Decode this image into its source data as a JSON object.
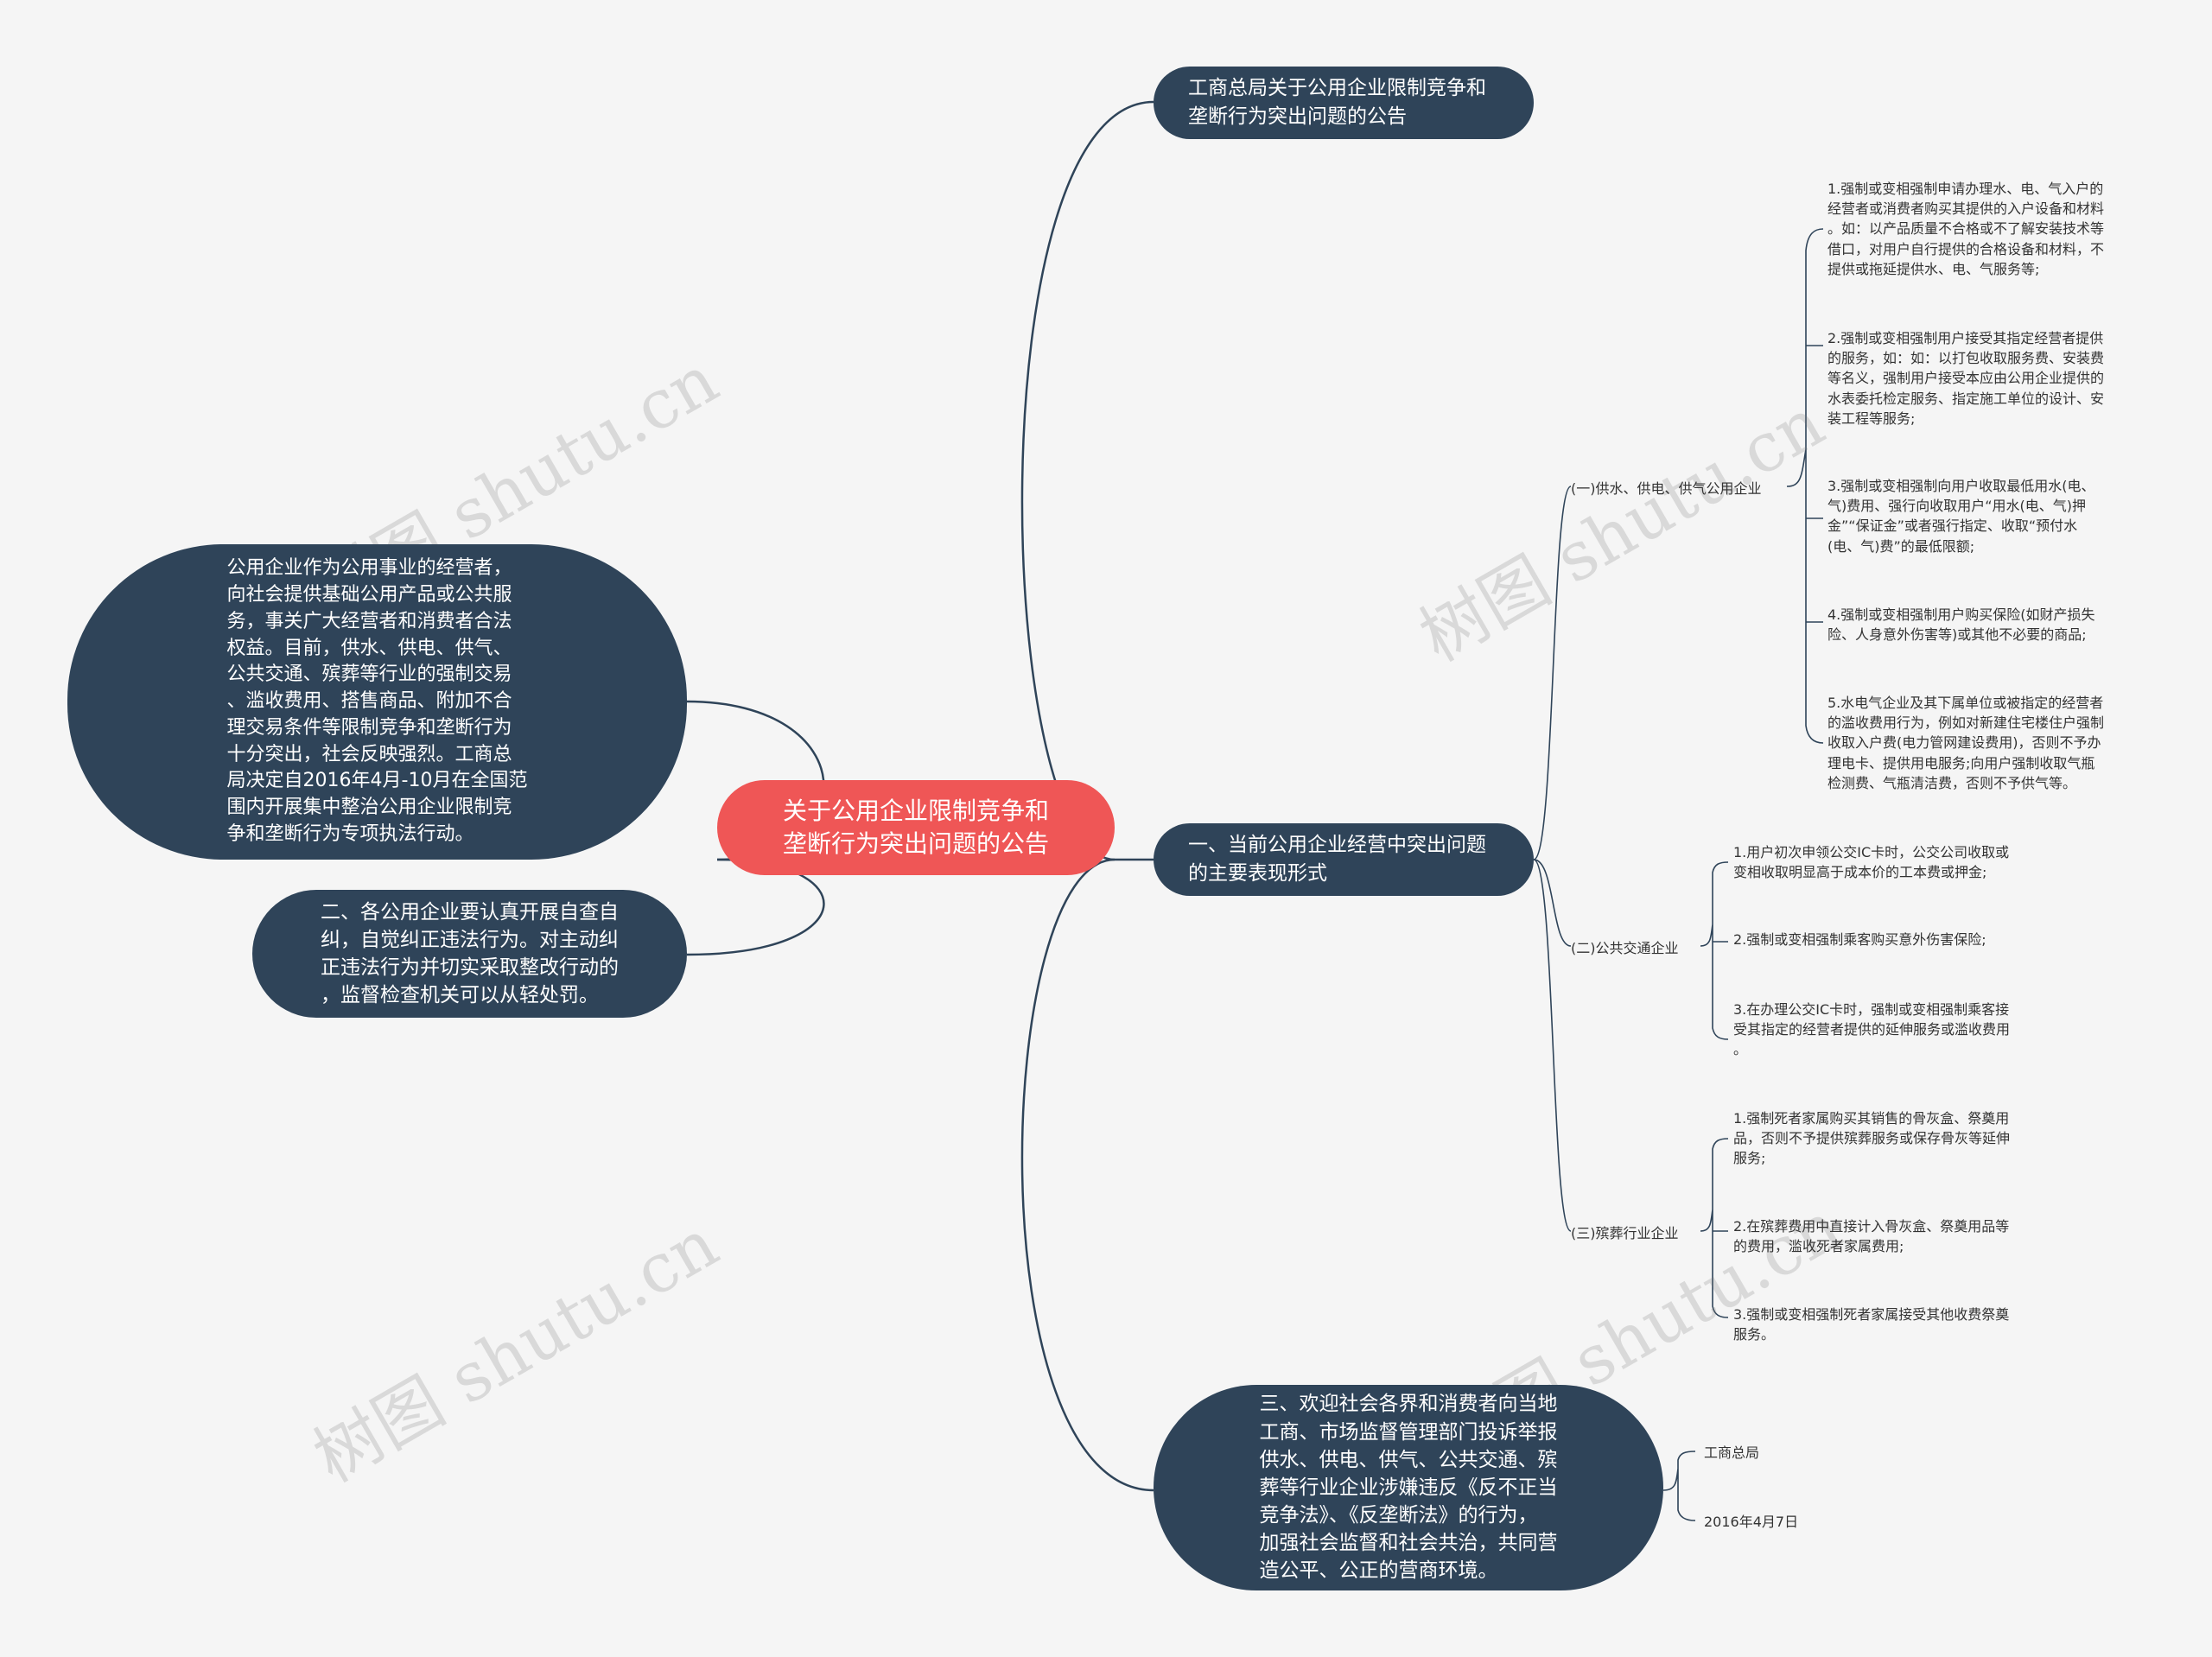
{
  "watermark": "树图 shutu.cn",
  "colors": {
    "root": "#ef5656",
    "node": "#2f4459",
    "line": "#2f4459",
    "background": "#f5f5f5"
  },
  "root": {
    "text": "关于公用企业限制竞争和\n垄断行为突出问题的公告"
  },
  "right_nodes": {
    "title": "工商总局关于公用企业限制竞争和\n垄断行为突出问题的公告",
    "section1": "一、当前公用企业经营中突出问题\n的主要表现形式",
    "section3": "三、欢迎社会各界和消费者向当地\n工商、市场监督管理部门投诉举报\n供水、供电、供气、公共交通、殡\n葬等行业企业涉嫌违反《反不正当\n竞争法》、《反垄断法》的行为，\n加强社会监督和社会共治，共同营\n造公平、公正的营商环境。"
  },
  "left_nodes": {
    "intro": "公用企业作为公用事业的经营者，\n向社会提供基础公用产品或公共服\n务，事关广大经营者和消费者合法\n权益。目前，供水、供电、供气、\n公共交通、殡葬等行业的强制交易\n、滥收费用、搭售商品、附加不合\n理交易条件等限制竞争和垄断行为\n十分突出，社会反映强烈。工商总\n局决定自2016年4月-10月在全国范\n围内开展集中整治公用企业限制竞\n争和垄断行为专项执法行动。",
    "section2": "二、各公用企业要认真开展自查自\n纠，自觉纠正违法行为。对主动纠\n正违法行为并切实采取整改行动的\n，监督检查机关可以从轻处罚。"
  },
  "categories": {
    "utilities": "(一)供水、供电、供气公用企业",
    "transport": "(二)公共交通企业",
    "funeral": "(三)殡葬行业企业"
  },
  "utilities_items": [
    "1.强制或变相强制申请办理水、电、气入户的\n经营者或消费者购买其提供的入户设备和材料\n。如：以产品质量不合格或不了解安装技术等\n借口，对用户自行提供的合格设备和材料，不\n提供或拖延提供水、电、气服务等;",
    "2.强制或变相强制用户接受其指定经营者提供\n的服务，如：如：以打包收取服务费、安装费\n等名义，强制用户接受本应由公用企业提供的\n水表委托检定服务、指定施工单位的设计、安\n装工程等服务;",
    "3.强制或变相强制向用户收取最低用水(电、\n气)费用、强行向收取用户“用水(电、气)押\n金”“保证金”或者强行指定、收取“预付水\n(电、气)费”的最低限额;",
    "4.强制或变相强制用户购买保险(如财产损失\n险、人身意外伤害等)或其他不必要的商品;",
    "5.水电气企业及其下属单位或被指定的经营者\n的滥收费用行为，例如对新建住宅楼住户强制\n收取入户费(电力管网建设费用)，否则不予办\n理电卡、提供用电服务;向用户强制收取气瓶\n检测费、气瓶清洁费，否则不予供气等。"
  ],
  "transport_items": [
    "1.用户初次申领公交IC卡时，公交公司收取或\n变相收取明显高于成本价的工本费或押金;",
    "2.强制或变相强制乘客购买意外伤害保险;",
    "3.在办理公交IC卡时，强制或变相强制乘客接\n受其指定的经营者提供的延伸服务或滥收费用\n。"
  ],
  "funeral_items": [
    "1.强制死者家属购买其销售的骨灰盒、祭奠用\n品，否则不予提供殡葬服务或保存骨灰等延伸\n服务;",
    "2.在殡葬费用中直接计入骨灰盒、祭奠用品等\n的费用，滥收死者家属费用;",
    "3.强制或变相强制死者家属接受其他收费祭奠\n服务。"
  ],
  "signature": {
    "org": "工商总局",
    "date": "2016年4月7日"
  }
}
